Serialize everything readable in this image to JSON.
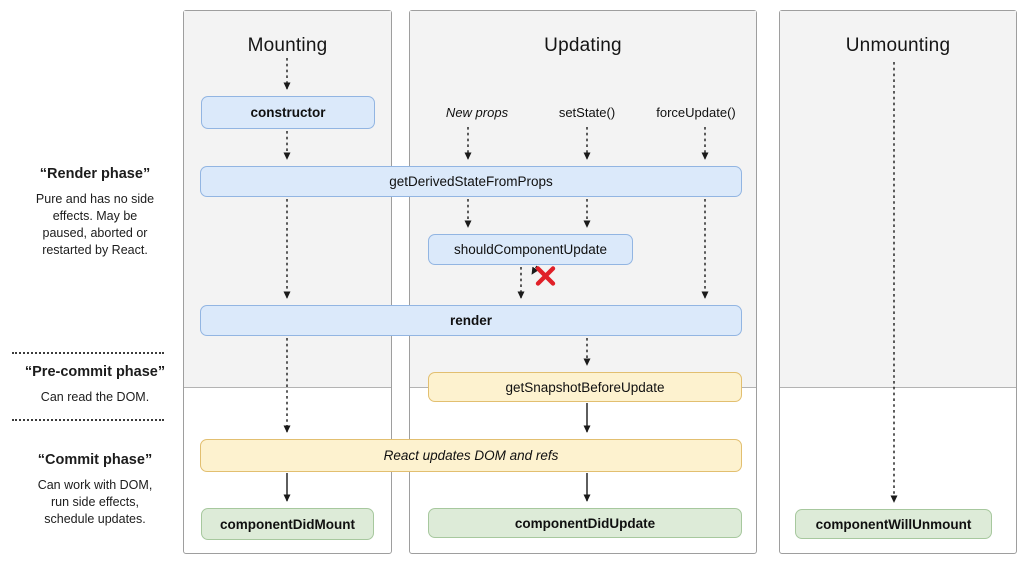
{
  "phases": {
    "render": {
      "title": "“Render phase”",
      "description": "Pure and has no side\neffects. May be\npaused, aborted or\nrestarted by React."
    },
    "precommit": {
      "title": "“Pre-commit phase”",
      "description": "Can read the DOM."
    },
    "commit": {
      "title": "“Commit phase”",
      "description": "Can work with DOM,\nrun side effects,\nschedule updates."
    }
  },
  "columns": {
    "mounting": {
      "title": "Mounting"
    },
    "updating": {
      "title": "Updating"
    },
    "unmounting": {
      "title": "Unmounting"
    }
  },
  "triggers": {
    "new_props": {
      "label": "New props"
    },
    "set_state": {
      "label": "setState()"
    },
    "force_update": {
      "label": "forceUpdate()"
    }
  },
  "boxes": {
    "constructor": {
      "label": "constructor"
    },
    "get_derived_state_from_props": {
      "label": "getDerivedStateFromProps"
    },
    "should_component_update": {
      "label": "shouldComponentUpdate"
    },
    "render": {
      "label": "render"
    },
    "get_snapshot_before_update": {
      "label": "getSnapshotBeforeUpdate"
    },
    "react_updates_dom": {
      "label": "React updates DOM and refs"
    },
    "component_did_mount": {
      "label": "componentDidMount"
    },
    "component_did_update": {
      "label": "componentDidUpdate"
    },
    "component_will_unmount": {
      "label": "componentWillUnmount"
    }
  },
  "icons": {
    "cancel_x": "update cancelled"
  },
  "colors": {
    "box_blue_fill": "#dbe9fa",
    "box_blue_border": "#92b5e2",
    "box_yellow_fill": "#fdf2cf",
    "box_yellow_border": "#e2bf70",
    "box_green_fill": "#ddebd8",
    "box_green_border": "#a7c89e",
    "panel_fill": "#f3f3f3",
    "panel_border": "#9e9e9e",
    "cancel_red": "#e02028",
    "arrow_black": "#1a1a1a"
  }
}
